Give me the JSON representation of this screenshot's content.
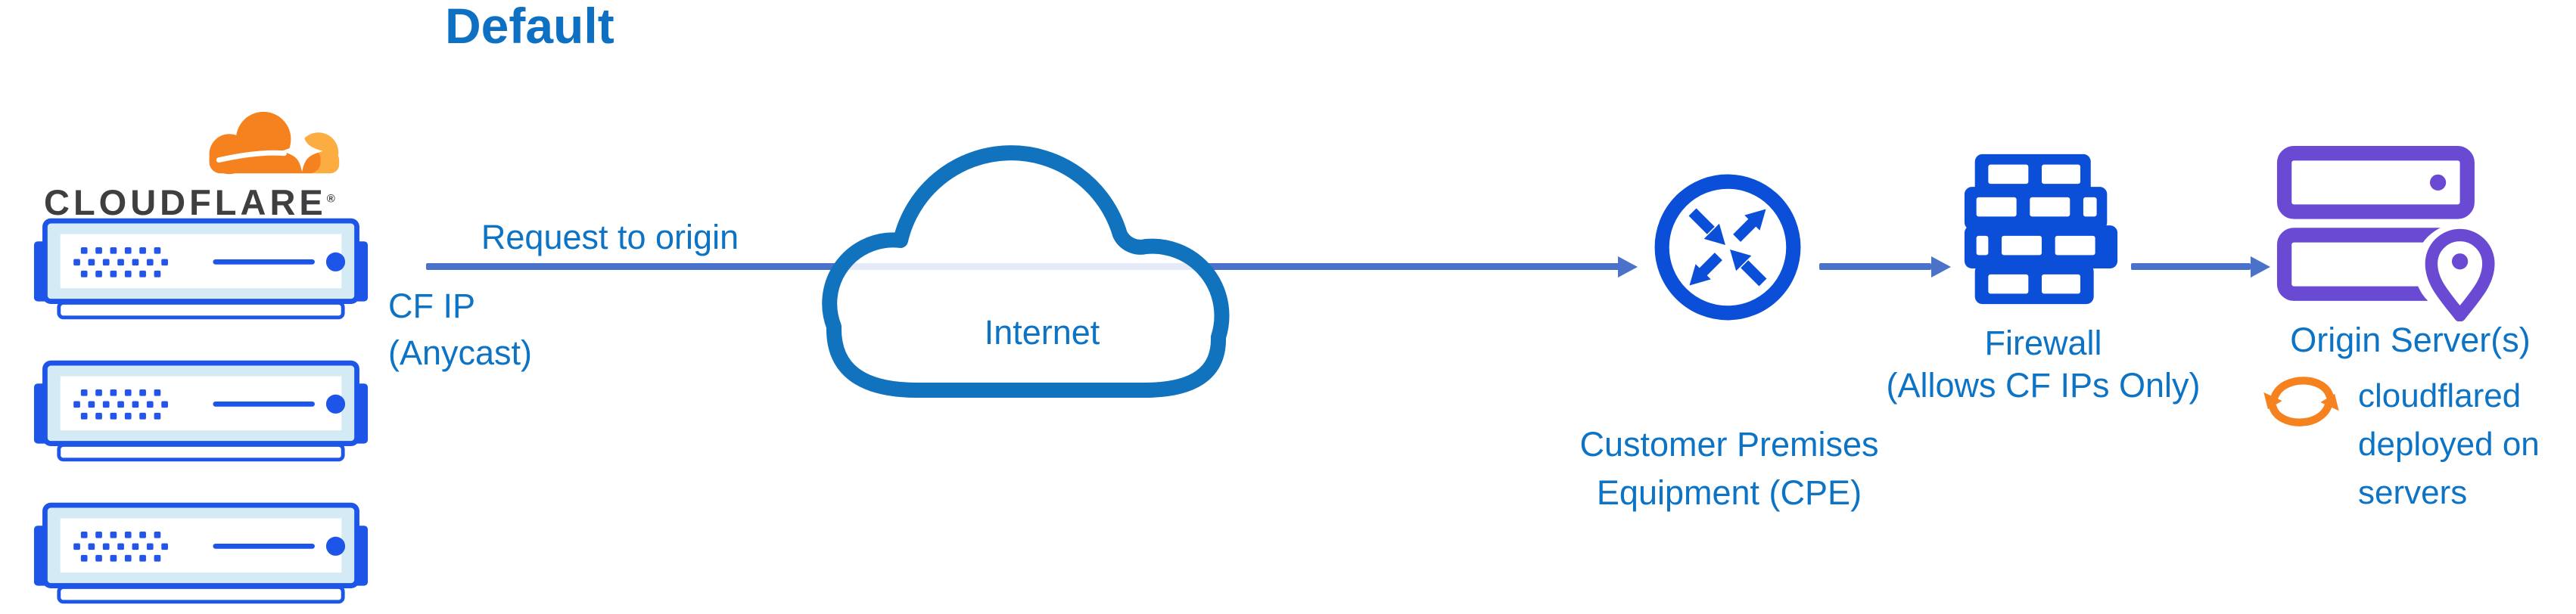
{
  "title": "Default",
  "brand": {
    "wordmark": "CLOUDFLARE",
    "registered": "®"
  },
  "flow": {
    "request_label": "Request to origin",
    "cf_ip_line1": "CF IP",
    "cf_ip_line2": "(Anycast)",
    "internet_label": "Internet",
    "cpe_label_line1": "Customer Premises",
    "cpe_label_line2": "Equipment (CPE)",
    "firewall_label_line1": "Firewall",
    "firewall_label_line2": "(Allows CF IPs Only)",
    "origin_label": "Origin Server(s)",
    "cloudflared_line1": "cloudflared",
    "cloudflared_line2": "deployed on",
    "cloudflared_line3": "servers"
  },
  "icons": {
    "cloudflare_cloud": "cloudflare-cloud-icon",
    "edge_servers": "cloudflare-server-icon (x3)",
    "internet": "internet-cloud-icon",
    "cpe": "router-arrows-icon",
    "firewall": "brick-wall-icon",
    "origin": "server-stack-location-pin-icon",
    "cloudflared": "sync-arrows-icon"
  },
  "colors": {
    "label_blue": "#0d73c4",
    "title_blue": "#0d70c2",
    "arrow_slate_blue": "#4a72c8",
    "icon_royal_blue": "#0b4fd8",
    "server_border_blue": "#1c55e8",
    "server_light_fill": "#d4ebf5",
    "internet_cloud_blue": "#1173bd",
    "origin_purple": "#6a4ad2",
    "cloudflare_orange": "#f6821f",
    "cloudflare_light_orange": "#fbad41",
    "wordmark_dark": "#3f3f41"
  }
}
